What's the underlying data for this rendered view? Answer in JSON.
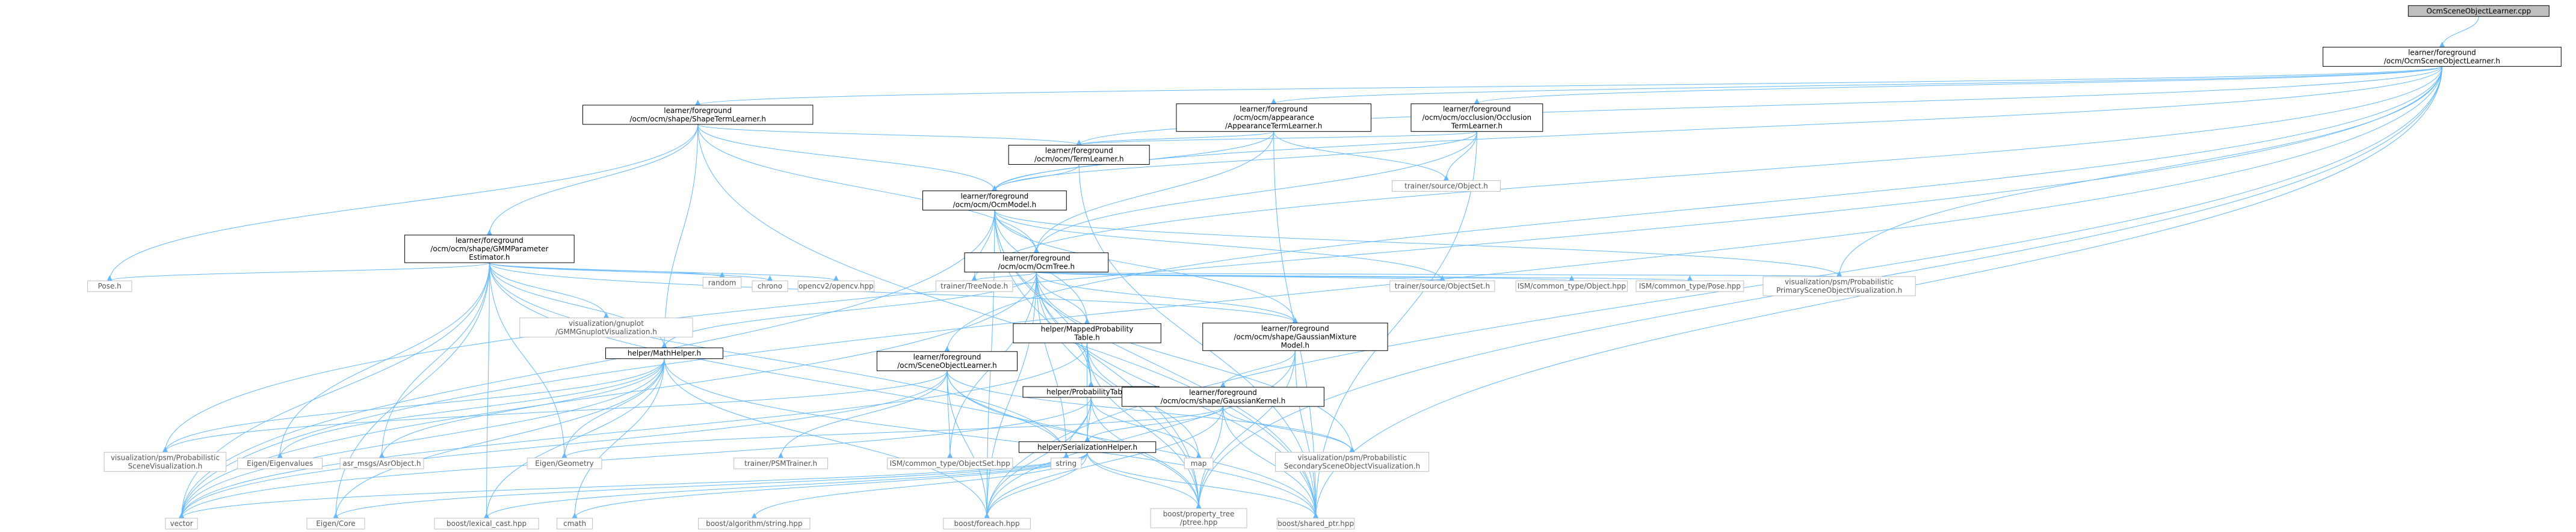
{
  "colors": {
    "edge": "#63B8FF",
    "internal_border": "#000000",
    "external_border": "#bfbfbf",
    "root_fill": "#bfbfbf",
    "node_fill": "#ffffff"
  },
  "nodes": [
    {
      "id": "root",
      "lines": [
        "OcmSceneObjectLearner.cpp"
      ],
      "kind": "root"
    },
    {
      "id": "ocmsol",
      "lines": [
        "learner/foreground",
        "/ocm/OcmSceneObjectLearner.h"
      ],
      "kind": "internal"
    },
    {
      "id": "shapeterm",
      "lines": [
        "learner/foreground",
        "/ocm/ocm/shape/ShapeTermLearner.h"
      ],
      "kind": "internal"
    },
    {
      "id": "apterm",
      "lines": [
        "learner/foreground",
        "/ocm/ocm/appearance",
        "/AppearanceTermLearner.h"
      ],
      "kind": "internal"
    },
    {
      "id": "occterm",
      "lines": [
        "learner/foreground",
        "/ocm/ocm/occlusion/Occlusion",
        "TermLearner.h"
      ],
      "kind": "internal"
    },
    {
      "id": "termlearner",
      "lines": [
        "learner/foreground",
        "/ocm/ocm/TermLearner.h"
      ],
      "kind": "internal"
    },
    {
      "id": "objectproto",
      "lines": [
        "trainer/source/Object.h"
      ],
      "kind": "external"
    },
    {
      "id": "ocmmodel",
      "lines": [
        "learner/foreground",
        "/ocm/ocm/OcmModel.h"
      ],
      "kind": "internal"
    },
    {
      "id": "gmmparam",
      "lines": [
        "learner/foreground",
        "/ocm/ocm/shape/GMMParameter",
        "Estimator.h"
      ],
      "kind": "internal"
    },
    {
      "id": "ocmtree",
      "lines": [
        "learner/foreground",
        "/ocm/ocm/OcmTree.h"
      ],
      "kind": "internal"
    },
    {
      "id": "pose",
      "lines": [
        "Pose.h"
      ],
      "kind": "external"
    },
    {
      "id": "vizgnuplot",
      "lines": [
        "visualization/gnuplot",
        "/GMMGnuplotVisualization.h"
      ],
      "kind": "external"
    },
    {
      "id": "random",
      "lines": [
        "random"
      ],
      "kind": "external"
    },
    {
      "id": "chrono",
      "lines": [
        "chrono"
      ],
      "kind": "external"
    },
    {
      "id": "opencv",
      "lines": [
        "opencv2/opencv.hpp"
      ],
      "kind": "external"
    },
    {
      "id": "treenode",
      "lines": [
        "trainer/TreeNode.h"
      ],
      "kind": "external"
    },
    {
      "id": "mappedprob",
      "lines": [
        "helper/MappedProbability",
        "Table.h"
      ],
      "kind": "internal"
    },
    {
      "id": "gaussmix",
      "lines": [
        "learner/foreground",
        "/ocm/ocm/shape/GaussianMixture",
        "Model.h"
      ],
      "kind": "internal"
    },
    {
      "id": "objectset",
      "lines": [
        "trainer/source/ObjectSet.h"
      ],
      "kind": "external"
    },
    {
      "id": "ismobject",
      "lines": [
        "ISM/common_type/Object.hpp"
      ],
      "kind": "external"
    },
    {
      "id": "ismpose",
      "lines": [
        "ISM/common_type/Pose.hpp"
      ],
      "kind": "external"
    },
    {
      "id": "vizprimary",
      "lines": [
        "visualization/psm/Probabilistic",
        "PrimarySceneObjectVisualization.h"
      ],
      "kind": "external"
    },
    {
      "id": "mathhelper",
      "lines": [
        "helper/MathHelper.h"
      ],
      "kind": "internal"
    },
    {
      "id": "sceneobjlearner",
      "lines": [
        "learner/foreground",
        "/ocm/SceneObjectLearner.h"
      ],
      "kind": "internal"
    },
    {
      "id": "probtable",
      "lines": [
        "helper/ProbabilityTable.h"
      ],
      "kind": "internal"
    },
    {
      "id": "gausskernel",
      "lines": [
        "learner/foreground",
        "/ocm/ocm/shape/GaussianKernel.h"
      ],
      "kind": "internal"
    },
    {
      "id": "vizscene",
      "lines": [
        "visualization/psm/Probabilistic",
        "SceneVisualization.h"
      ],
      "kind": "external"
    },
    {
      "id": "eigenvalues",
      "lines": [
        "Eigen/Eigenvalues"
      ],
      "kind": "external"
    },
    {
      "id": "asrmsgs",
      "lines": [
        "asr_msgs/AsrObject.h"
      ],
      "kind": "external"
    },
    {
      "id": "eigengeom",
      "lines": [
        "Eigen/Geometry"
      ],
      "kind": "external"
    },
    {
      "id": "psmtrainer",
      "lines": [
        "trainer/PSMTrainer.h"
      ],
      "kind": "external"
    },
    {
      "id": "ismobjectset",
      "lines": [
        "ISM/common_type/ObjectSet.hpp"
      ],
      "kind": "external"
    },
    {
      "id": "string",
      "lines": [
        "string"
      ],
      "kind": "external"
    },
    {
      "id": "serialhelper",
      "lines": [
        "helper/SerializationHelper.h"
      ],
      "kind": "internal"
    },
    {
      "id": "map",
      "lines": [
        "map"
      ],
      "kind": "external"
    },
    {
      "id": "vizsecondary",
      "lines": [
        "visualization/psm/Probabilistic",
        "SecondarySceneObjectVisualization.h"
      ],
      "kind": "external"
    },
    {
      "id": "vector",
      "lines": [
        "vector"
      ],
      "kind": "external"
    },
    {
      "id": "eigencore",
      "lines": [
        "Eigen/Core"
      ],
      "kind": "external"
    },
    {
      "id": "lexical",
      "lines": [
        "boost/lexical_cast.hpp"
      ],
      "kind": "external"
    },
    {
      "id": "cmath",
      "lines": [
        "cmath"
      ],
      "kind": "external"
    },
    {
      "id": "algostring",
      "lines": [
        "boost/algorithm/string.hpp"
      ],
      "kind": "external"
    },
    {
      "id": "foreach",
      "lines": [
        "boost/foreach.hpp"
      ],
      "kind": "external"
    },
    {
      "id": "ptree",
      "lines": [
        "boost/property_tree",
        "/ptree.hpp"
      ],
      "kind": "external"
    },
    {
      "id": "sharedptr",
      "lines": [
        "boost/shared_ptr.hpp"
      ],
      "kind": "external"
    }
  ],
  "edges": [
    [
      "root",
      "ocmsol"
    ],
    [
      "ocmsol",
      "shapeterm"
    ],
    [
      "ocmsol",
      "apterm"
    ],
    [
      "ocmsol",
      "occterm"
    ],
    [
      "ocmsol",
      "termlearner"
    ],
    [
      "ocmsol",
      "ocmmodel"
    ],
    [
      "ocmsol",
      "sceneobjlearner"
    ],
    [
      "ocmsol",
      "treenode"
    ],
    [
      "ocmsol",
      "vizprimary"
    ],
    [
      "ocmsol",
      "vizscene"
    ],
    [
      "ocmsol",
      "vector"
    ],
    [
      "ocmsol",
      "foreach"
    ],
    [
      "ocmsol",
      "ptree"
    ],
    [
      "ocmsol",
      "sharedptr"
    ],
    [
      "shapeterm",
      "termlearner"
    ],
    [
      "shapeterm",
      "ocmmodel"
    ],
    [
      "shapeterm",
      "gmmparam"
    ],
    [
      "shapeterm",
      "ocmtree"
    ],
    [
      "shapeterm",
      "pose"
    ],
    [
      "shapeterm",
      "mathhelper"
    ],
    [
      "shapeterm",
      "sharedptr"
    ],
    [
      "apterm",
      "termlearner"
    ],
    [
      "apterm",
      "objectproto"
    ],
    [
      "apterm",
      "ocmmodel"
    ],
    [
      "apterm",
      "ocmtree"
    ],
    [
      "apterm",
      "sharedptr"
    ],
    [
      "occterm",
      "termlearner"
    ],
    [
      "occterm",
      "objectproto"
    ],
    [
      "occterm",
      "ocmmodel"
    ],
    [
      "occterm",
      "ocmtree"
    ],
    [
      "occterm",
      "sharedptr"
    ],
    [
      "termlearner",
      "ocmmodel"
    ],
    [
      "termlearner",
      "sharedptr"
    ],
    [
      "ocmmodel",
      "ocmtree"
    ],
    [
      "ocmmodel",
      "treenode"
    ],
    [
      "ocmmodel",
      "mappedprob"
    ],
    [
      "ocmmodel",
      "gaussmix"
    ],
    [
      "ocmmodel",
      "objectset"
    ],
    [
      "ocmmodel",
      "vizprimary"
    ],
    [
      "ocmmodel",
      "probtable"
    ],
    [
      "ocmmodel",
      "vector"
    ],
    [
      "ocmmodel",
      "foreach"
    ],
    [
      "ocmmodel",
      "ptree"
    ],
    [
      "ocmmodel",
      "sharedptr"
    ],
    [
      "gmmparam",
      "pose"
    ],
    [
      "gmmparam",
      "vizgnuplot"
    ],
    [
      "gmmparam",
      "random"
    ],
    [
      "gmmparam",
      "chrono"
    ],
    [
      "gmmparam",
      "opencv"
    ],
    [
      "gmmparam",
      "gaussmix"
    ],
    [
      "gmmparam",
      "mathhelper"
    ],
    [
      "gmmparam",
      "eigenvalues"
    ],
    [
      "gmmparam",
      "asrmsgs"
    ],
    [
      "gmmparam",
      "eigengeom"
    ],
    [
      "gmmparam",
      "string"
    ],
    [
      "gmmparam",
      "vector"
    ],
    [
      "gmmparam",
      "eigencore"
    ],
    [
      "gmmparam",
      "lexical"
    ],
    [
      "gmmparam",
      "ptree"
    ],
    [
      "ocmtree",
      "treenode"
    ],
    [
      "ocmtree",
      "mappedprob"
    ],
    [
      "ocmtree",
      "gaussmix"
    ],
    [
      "ocmtree",
      "objectset"
    ],
    [
      "ocmtree",
      "ismobject"
    ],
    [
      "ocmtree",
      "ismpose"
    ],
    [
      "ocmtree",
      "vizprimary"
    ],
    [
      "ocmtree",
      "probtable"
    ],
    [
      "ocmtree",
      "mathhelper"
    ],
    [
      "ocmtree",
      "ismobjectset"
    ],
    [
      "ocmtree",
      "string"
    ],
    [
      "ocmtree",
      "vizsecondary"
    ],
    [
      "ocmtree",
      "vector"
    ],
    [
      "ocmtree",
      "foreach"
    ],
    [
      "ocmtree",
      "ptree"
    ],
    [
      "ocmtree",
      "sharedptr"
    ],
    [
      "mappedprob",
      "probtable"
    ],
    [
      "mappedprob",
      "serialhelper"
    ],
    [
      "mappedprob",
      "map"
    ],
    [
      "mappedprob",
      "vector"
    ],
    [
      "mappedprob",
      "ptree"
    ],
    [
      "gaussmix",
      "gausskernel"
    ],
    [
      "gaussmix",
      "foreach"
    ],
    [
      "gaussmix",
      "ptree"
    ],
    [
      "gaussmix",
      "sharedptr"
    ],
    [
      "mathhelper",
      "vizscene"
    ],
    [
      "mathhelper",
      "eigenvalues"
    ],
    [
      "mathhelper",
      "asrmsgs"
    ],
    [
      "mathhelper",
      "eigengeom"
    ],
    [
      "mathhelper",
      "vector"
    ],
    [
      "mathhelper",
      "eigencore"
    ],
    [
      "mathhelper",
      "lexical"
    ],
    [
      "mathhelper",
      "cmath"
    ],
    [
      "mathhelper",
      "foreach"
    ],
    [
      "mathhelper",
      "sharedptr"
    ],
    [
      "sceneobjlearner",
      "vizscene"
    ],
    [
      "sceneobjlearner",
      "psmtrainer"
    ],
    [
      "sceneobjlearner",
      "ismobjectset"
    ],
    [
      "sceneobjlearner",
      "string"
    ],
    [
      "sceneobjlearner",
      "vizsecondary"
    ],
    [
      "sceneobjlearner",
      "vector"
    ],
    [
      "sceneobjlearner",
      "foreach"
    ],
    [
      "sceneobjlearner",
      "sharedptr"
    ],
    [
      "probtable",
      "serialhelper"
    ],
    [
      "probtable",
      "map"
    ],
    [
      "probtable",
      "string"
    ],
    [
      "probtable",
      "vector"
    ],
    [
      "probtable",
      "foreach"
    ],
    [
      "probtable",
      "ptree"
    ],
    [
      "gausskernel",
      "serialhelper"
    ],
    [
      "gausskernel",
      "eigengeom"
    ],
    [
      "gausskernel",
      "vizsecondary"
    ],
    [
      "gausskernel",
      "foreach"
    ],
    [
      "gausskernel",
      "ptree"
    ],
    [
      "gausskernel",
      "sharedptr"
    ],
    [
      "serialhelper",
      "vector"
    ],
    [
      "serialhelper",
      "eigencore"
    ],
    [
      "serialhelper",
      "lexical"
    ],
    [
      "serialhelper",
      "cmath"
    ],
    [
      "serialhelper",
      "algostring"
    ],
    [
      "serialhelper",
      "foreach"
    ],
    [
      "serialhelper",
      "ptree"
    ],
    [
      "serialhelper",
      "sharedptr"
    ]
  ]
}
